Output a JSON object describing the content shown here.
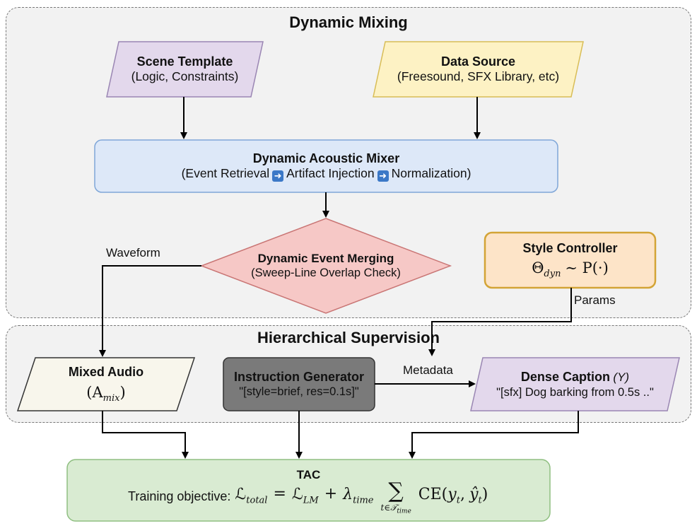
{
  "groups": {
    "dynamic_mixing": "Dynamic Mixing",
    "hierarchical_supervision": "Hierarchical Supervision"
  },
  "nodes": {
    "scene_template": {
      "title": "Scene Template",
      "subtitle": "(Logic, Constraints)"
    },
    "data_source": {
      "title": "Data Source",
      "subtitle": "(Freesound, SFX Library, etc)"
    },
    "mixer": {
      "title": "Dynamic Acoustic Mixer",
      "step1": "(Event Retrieval",
      "step2": "Artifact Injection",
      "step3": "Normalization)"
    },
    "merging": {
      "title": "Dynamic Event Merging",
      "subtitle": "(Sweep-Line Overlap Check)"
    },
    "style_controller": {
      "title": "Style Controller",
      "theta": "Θ",
      "sub": "dyn",
      "rest": "∼ P(·)"
    },
    "mixed_audio": {
      "title": "Mixed Audio",
      "open": "(A",
      "sub": "mix",
      "close": ")"
    },
    "instruction_generator": {
      "title": "Instruction Generator",
      "subtitle": "\"[style=brief, res=0.1s]\""
    },
    "dense_caption": {
      "title": "Dense Caption",
      "title_var": "(Y)",
      "subtitle": "\"[sfx] Dog barking from 0.5s ..\""
    },
    "tac": {
      "title": "TAC",
      "objective_label": "Training objective:",
      "L": "ℒ",
      "total": "total",
      "LM": "LM",
      "lambda": "λ",
      "time": "time",
      "sum": "∑",
      "t_in": "t∈",
      "T": "𝒯",
      "ce": "CE(",
      "y": "y",
      "t": "t",
      "yhat": "ŷ",
      "close": ")",
      "eq": "=",
      "plus": "+",
      "comma": ","
    }
  },
  "edges": {
    "waveform": "Waveform",
    "params": "Params",
    "metadata": "Metadata"
  },
  "icons": {
    "step_arrow": "right-arrow-icon"
  },
  "colors": {
    "scene_template_fill": "#e3d8ec",
    "data_source_fill": "#fdf2c4",
    "mixer_fill": "#dde8f8",
    "merging_fill": "#f6c8c6",
    "style_controller_fill": "#fde4c8",
    "mixed_audio_fill": "#f8f6ec",
    "instruction_generator_fill": "#7a7a7a",
    "dense_caption_fill": "#e3d8ec",
    "tac_fill": "#d9ebd2"
  }
}
